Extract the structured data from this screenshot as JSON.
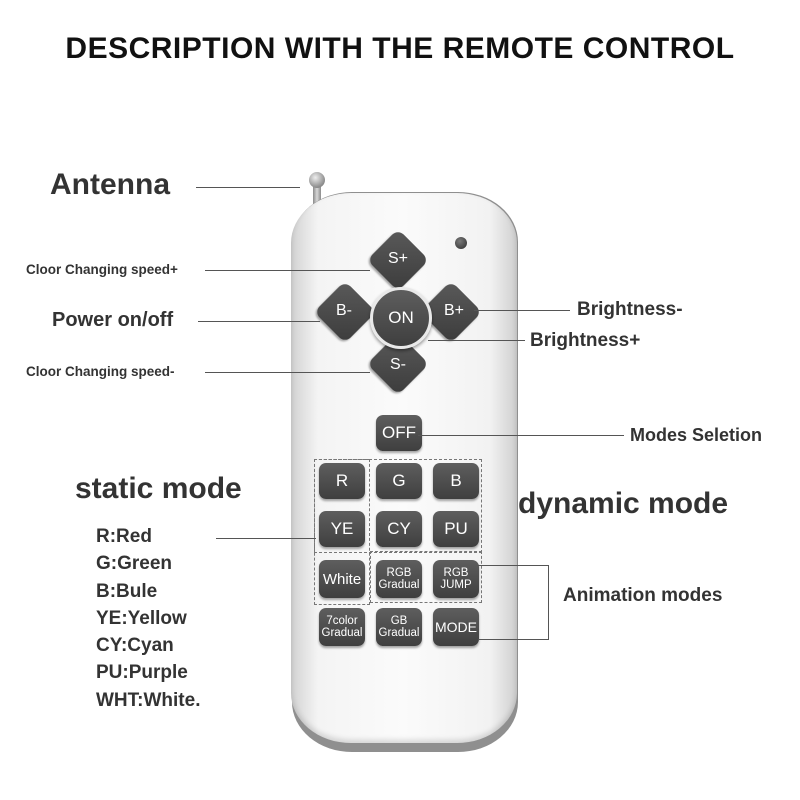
{
  "title": "DESCRIPTION WITH THE REMOTE CONTROL",
  "labels": {
    "antenna": "Antenna",
    "speed_plus": "Cloor Changing speed+",
    "power": "Power on/off",
    "speed_minus": "Cloor Changing speed-",
    "brightness_minus": "Brightness-",
    "brightness_plus": "Brightness+",
    "modes_selection": "Modes Seletion",
    "static_mode": "static mode",
    "dynamic_mode": "dynamic mode",
    "animation_modes": "Animation modes"
  },
  "legend": [
    "R:Red",
    "G:Green",
    "B:Bule",
    "YE:Yellow",
    "CY:Cyan",
    "PU:Purple",
    "WHT:White."
  ],
  "keys": {
    "s_plus": "S+",
    "s_minus": "S-",
    "b_minus": "B-",
    "b_plus": "B+",
    "on": "ON",
    "off": "OFF",
    "r": "R",
    "g": "G",
    "b": "B",
    "ye": "YE",
    "cy": "CY",
    "pu": "PU",
    "white": "White",
    "rgb_gradual_1": "RGB",
    "rgb_gradual_2": "Gradual",
    "rgb_jump_1": "RGB",
    "rgb_jump_2": "JUMP",
    "color7_1": "7color",
    "color7_2": "Gradual",
    "gb_1": "GB",
    "gb_2": "Gradual",
    "mode": "MODE"
  }
}
